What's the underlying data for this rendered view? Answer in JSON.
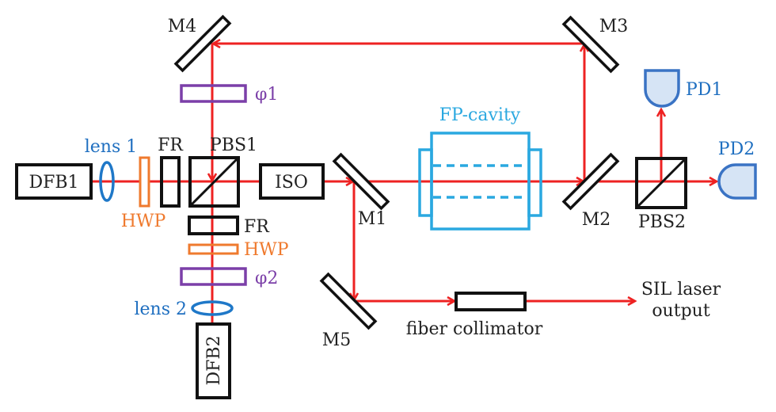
{
  "diagram": {
    "title": "Self-injection-locked laser optical setup",
    "colors": {
      "beam": "#ee2222",
      "component": "#111111",
      "lens": "#1f78c8",
      "hwp": "#ef7a2e",
      "phase": "#7b3fa8",
      "cavity": "#2aa8e0",
      "detector_fill": "#d6e4f5",
      "detector_stroke": "#3a73c4"
    },
    "labels": {
      "dfb1": "DFB1",
      "dfb2": "DFB2",
      "lens1": "lens 1",
      "lens2": "lens 2",
      "hwp1": "HWP",
      "hwp2": "HWP",
      "fr1": "FR",
      "fr2": "FR",
      "pbs1": "PBS1",
      "pbs2": "PBS2",
      "iso": "ISO",
      "phi1": "φ1",
      "phi2": "φ2",
      "m1": "M1",
      "m2": "M2",
      "m3": "M3",
      "m4": "M4",
      "m5": "M5",
      "fp_cavity": "FP-cavity",
      "pd1": "PD1",
      "pd2": "PD2",
      "fiber_collimator": "fiber collimator",
      "output_line1": "SIL laser",
      "output_line2": "output"
    }
  }
}
